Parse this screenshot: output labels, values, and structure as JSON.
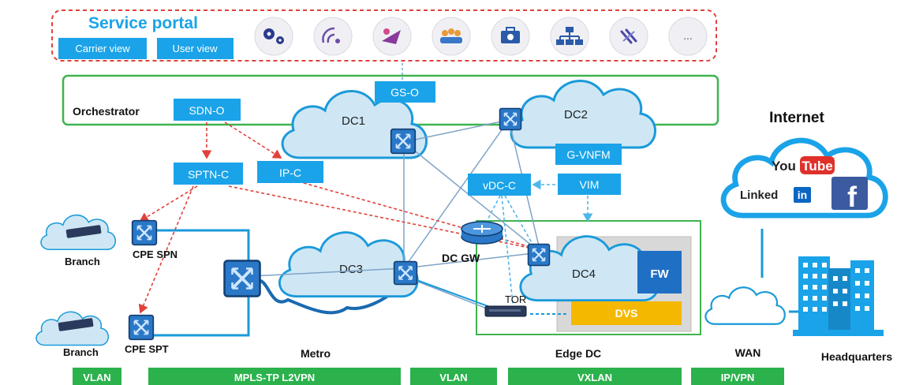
{
  "portal": {
    "title": "Service portal",
    "carrier_view": "Carrier view",
    "user_view": "User view",
    "icons": [
      "gears-icon",
      "satellite-icon",
      "plane-icon",
      "people-icon",
      "toolbox-icon",
      "network-tree-icon",
      "link-icon",
      "more-icon"
    ],
    "more_label": "..."
  },
  "orchestrator": {
    "label": "Orchestrator",
    "gs_o": "GS-O",
    "sdn_o": "SDN-O",
    "sptn_c": "SPTN-C",
    "ip_c": "IP-C",
    "g_vnfm": "G-VNFM",
    "vim": "VIM",
    "vdc_c": "vDC-C"
  },
  "clouds": {
    "dc1": "DC1",
    "dc2": "DC2",
    "dc3": "DC3",
    "dc4": "DC4"
  },
  "nodes": {
    "cpe_spn": "CPE SPN",
    "cpe_spt": "CPE SPT",
    "branch1": "Branch",
    "branch2": "Branch",
    "dc_gw": "DC GW",
    "tor": "TOR",
    "fw": "FW",
    "dvs": "DVS"
  },
  "internet": {
    "title": "Internet",
    "youtube_you": "You",
    "youtube_tube": "Tube",
    "linkedin_text": "Linked",
    "linkedin_in": "in",
    "facebook": "f"
  },
  "regions": {
    "metro": "Metro",
    "edge_dc": "Edge DC",
    "wan": "WAN",
    "headquarters": "Headquarters"
  },
  "bottom_bar": [
    "VLAN",
    "MPLS-TP L2VPN",
    "VLAN",
    "VXLAN",
    "IP/VPN"
  ],
  "colors": {
    "accent_blue": "#1aa3e8",
    "dash_red": "#e0413a",
    "green": "#3fb34f",
    "cloud_fill": "#cfe7f5",
    "cloud_stroke": "#1a9ad9",
    "fw_blue": "#1f6fc4",
    "dvs_yellow": "#f5b800"
  }
}
